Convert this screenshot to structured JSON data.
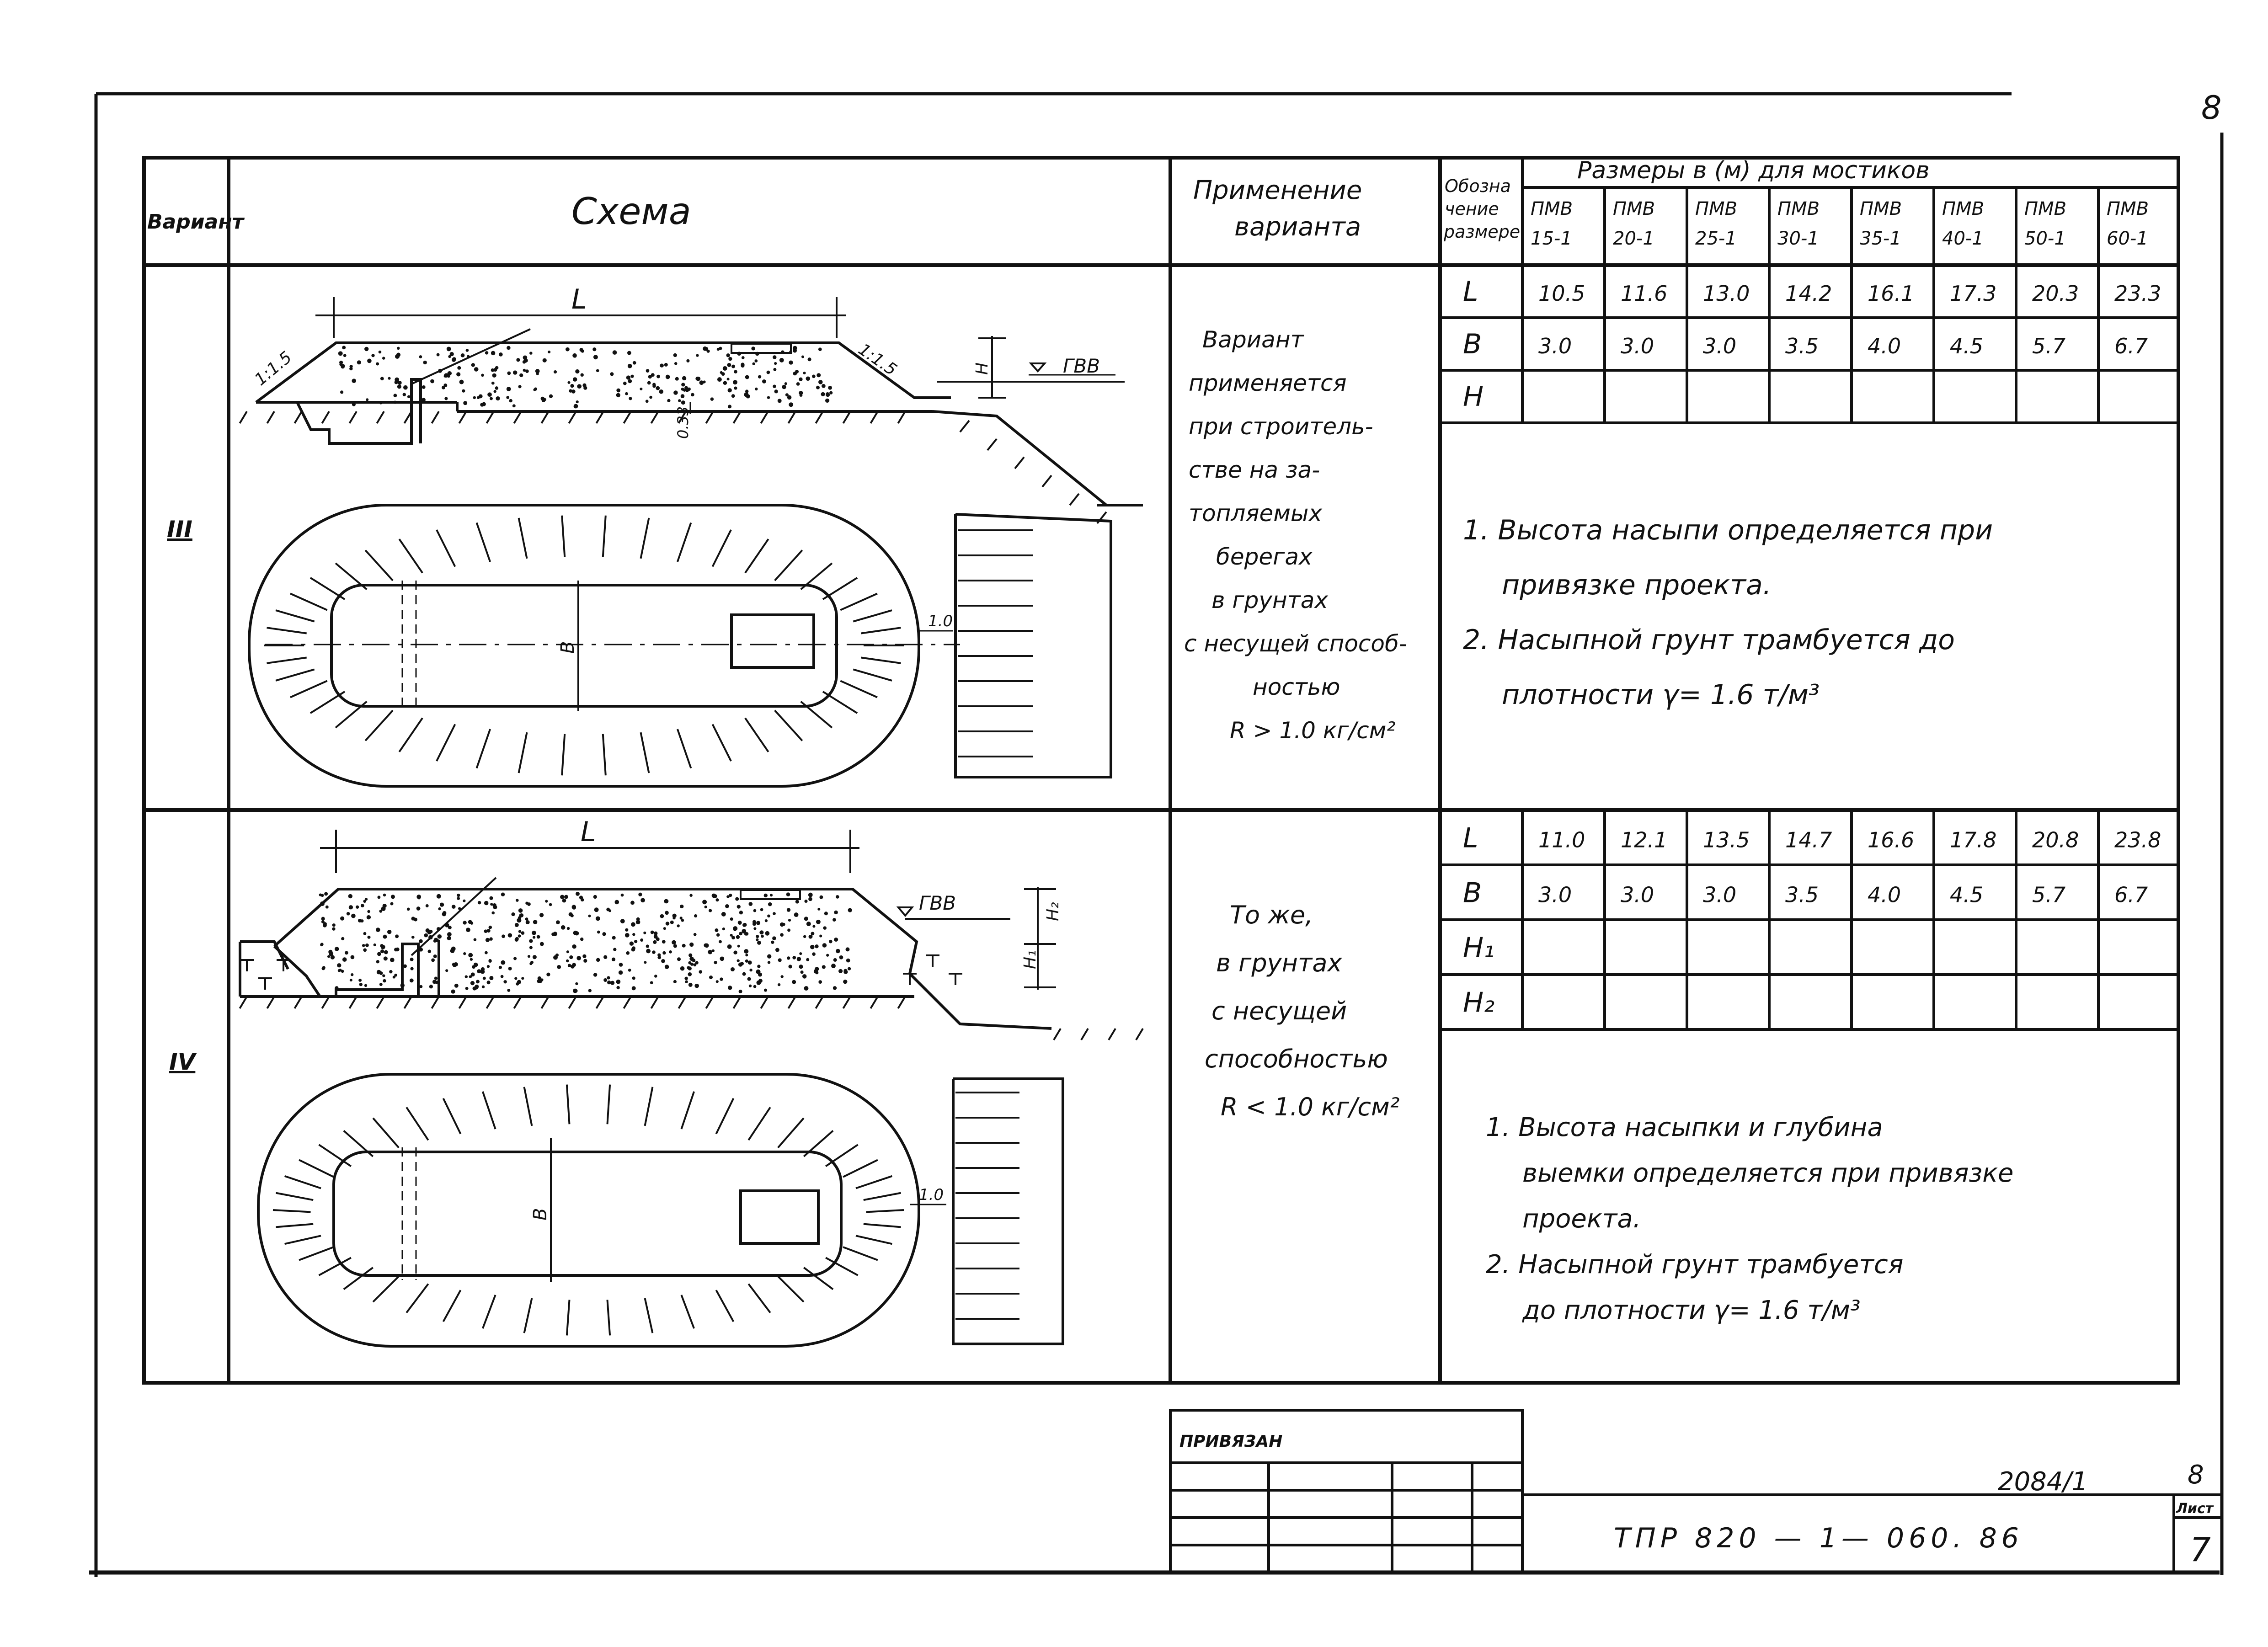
{
  "sheet_corner_number": "8",
  "header": {
    "variant": "Вариант",
    "scheme": "Схема",
    "application": [
      "Применение",
      "варианта"
    ],
    "designation": [
      "Обозна",
      "чение",
      "размере"
    ],
    "sizes_title": "Размеры в (м) для мостиков",
    "bridges": [
      [
        "ПМВ",
        "15-1"
      ],
      [
        "ПМВ",
        "20-1"
      ],
      [
        "ПМВ",
        "25-1"
      ],
      [
        "ПМВ",
        "30-1"
      ],
      [
        "ПМВ",
        "35-1"
      ],
      [
        "ПМВ",
        "40-1"
      ],
      [
        "ПМВ",
        "50-1"
      ],
      [
        "ПМВ",
        "60-1"
      ]
    ]
  },
  "variant3": {
    "label": "III",
    "application_lines": [
      "Вариант",
      "применяется",
      "при строитель-",
      "стве на за-",
      "топляемых",
      "берегах",
      "в грунтах",
      "с несущей способ-",
      "ностью",
      "R > 1.0 кг/см²"
    ],
    "rows": [
      {
        "sym": "L",
        "values": [
          "10.5",
          "11.6",
          "13.0",
          "14.2",
          "16.1",
          "17.3",
          "20.3",
          "23.3"
        ]
      },
      {
        "sym": "B",
        "values": [
          "3.0",
          "3.0",
          "3.0",
          "3.5",
          "4.0",
          "4.5",
          "5.7",
          "6.7"
        ]
      },
      {
        "sym": "H",
        "values": [
          "",
          "",
          "",
          "",
          "",
          "",
          "",
          ""
        ]
      }
    ],
    "notes": [
      "1. Высота насыпи определяется при",
      "привязке проекта.",
      "2. Насыпной грунт трамбуется до",
      "плотности γ= 1.6 т/м³"
    ],
    "drawing": {
      "L": "L",
      "slope_left": "1:1.5",
      "slope_right": "1:1.5",
      "gvv": "ГВВ",
      "h": "H",
      "d": "0.33",
      "B": "B",
      "dim": "1.0"
    }
  },
  "variant4": {
    "label": "IV",
    "application_lines": [
      "То же,",
      "в грунтах",
      "с несущей",
      "способностью",
      "R < 1.0 кг/см²"
    ],
    "rows": [
      {
        "sym": "L",
        "values": [
          "11.0",
          "12.1",
          "13.5",
          "14.7",
          "16.6",
          "17.8",
          "20.8",
          "23.8"
        ]
      },
      {
        "sym": "B",
        "values": [
          "3.0",
          "3.0",
          "3.0",
          "3.5",
          "4.0",
          "4.5",
          "5.7",
          "6.7"
        ]
      },
      {
        "sym": "H₁",
        "values": [
          "",
          "",
          "",
          "",
          "",
          "",
          "",
          ""
        ]
      },
      {
        "sym": "H₂",
        "values": [
          "",
          "",
          "",
          "",
          "",
          "",
          "",
          ""
        ]
      }
    ],
    "notes": [
      "1. Высота насыпки и глубина",
      "выемки определяется при привязке",
      "проекта.",
      "2. Насыпной грунт трамбуется",
      "до плотности γ= 1.6 т/м³"
    ],
    "drawing": {
      "L": "L",
      "gvv": "ГВВ",
      "h1": "H₁",
      "h2": "H₂",
      "B": "B",
      "dim": "1.0"
    }
  },
  "stamp": {
    "privyazan": "ПРИВЯЗАН",
    "inv": "2084/1",
    "code": "ТПР 820 — 1— 060. 86",
    "sheet_label": "Лист",
    "sheet_number": "7",
    "top_number": "8"
  }
}
